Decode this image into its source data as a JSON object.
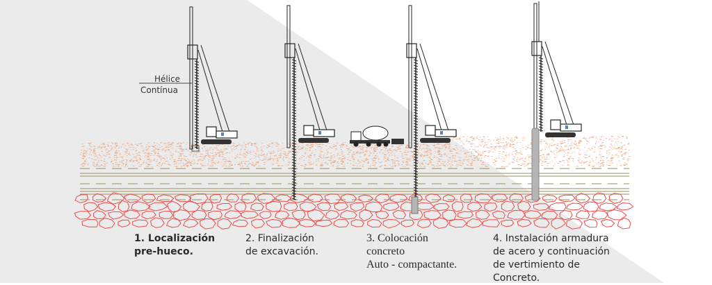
{
  "callout": {
    "line1": "Hélice",
    "line2": "Contínua"
  },
  "steps": [
    {
      "line1": "1. Localización",
      "line2": "pre-hueco."
    },
    {
      "line1": "2. Finalización",
      "line2": "de excavación."
    },
    {
      "line1": "3. Colocación",
      "line2": "concreto",
      "line3": "Auto - compactante."
    },
    {
      "line1": "4. Instalación armadura",
      "line2": "de acero y continuación",
      "line3": "de vertimiento de",
      "line4": "Concreto."
    }
  ],
  "colors": {
    "background_gray": "#ebebeb",
    "sand": "#e8a27a",
    "clay_lines": "#a8a47a",
    "gravel": "#f04848",
    "concrete": "#b5b5b5",
    "machine": "#222222",
    "cab_accent": "#5a7fc0"
  }
}
